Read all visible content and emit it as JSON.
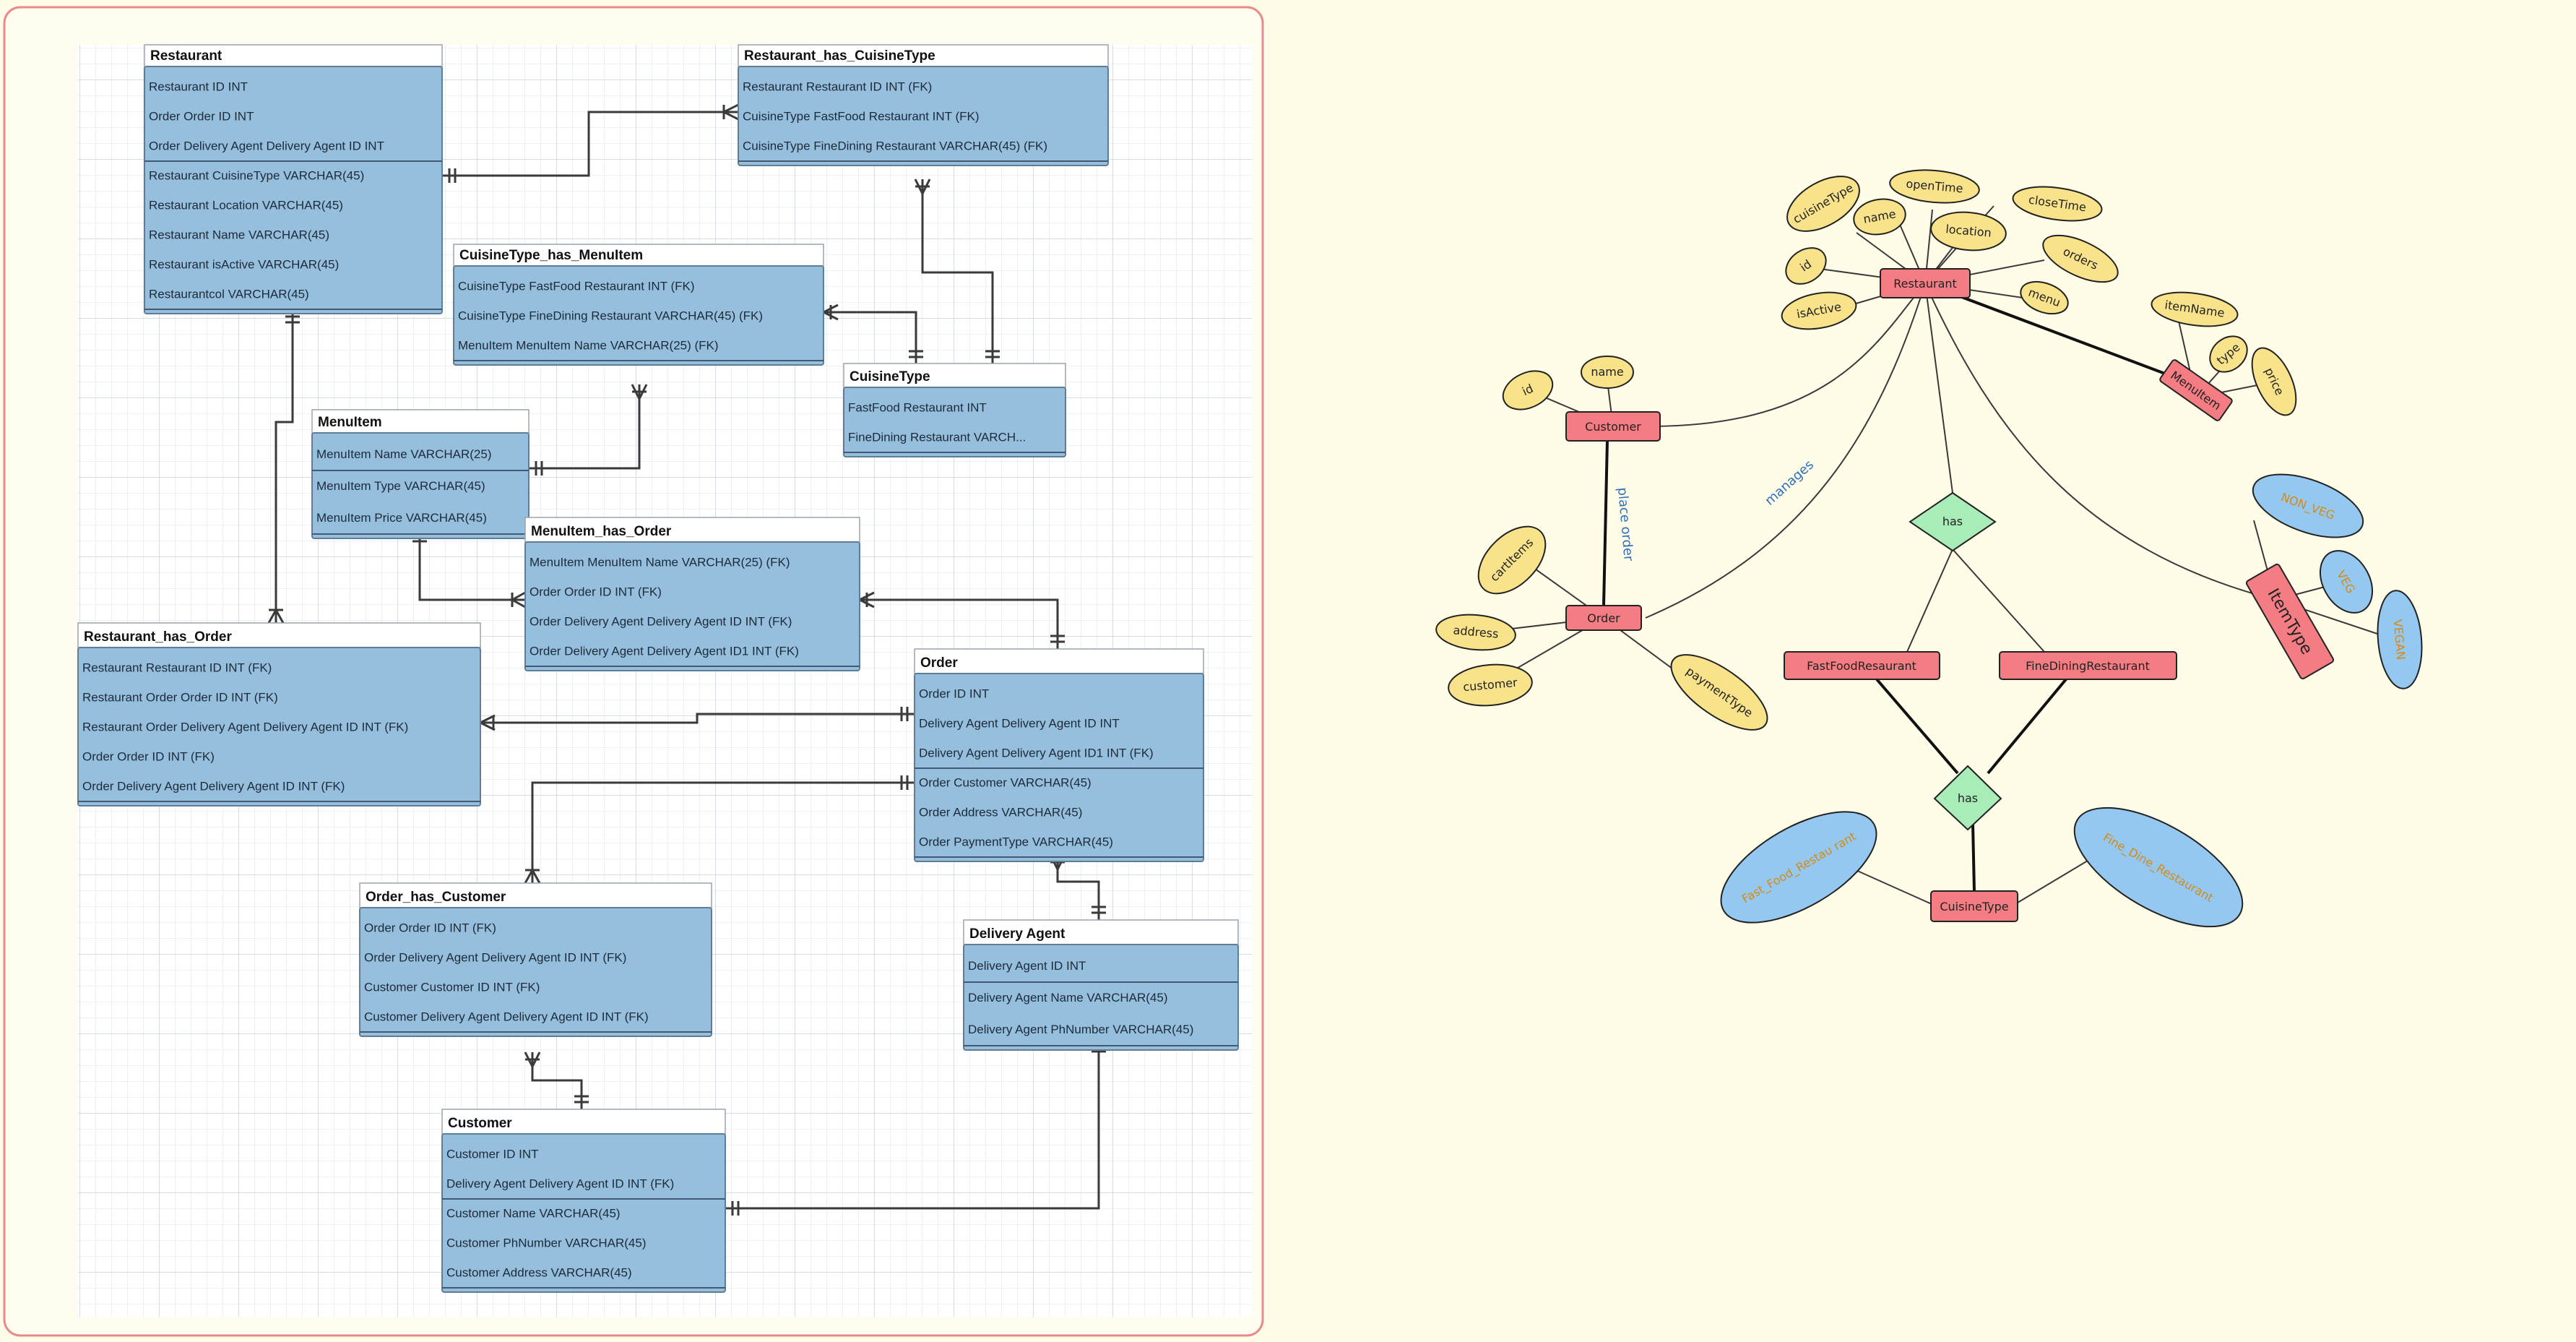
{
  "schema": {
    "tables": [
      {
        "title": "Restaurant",
        "rows": [
          "Restaurant  ID INT",
          "Order  Order  ID INT",
          "Order  Delivery Agent  Delivery Agent  ID INT",
          "Restaurant  CuisineType VARCHAR(45)",
          "Restaurant  Location VARCHAR(45)",
          "Restaurant  Name VARCHAR(45)",
          "Restaurant  isActive VARCHAR(45)",
          "Restaurantcol VARCHAR(45)"
        ]
      },
      {
        "title": "Restaurant_has_CuisineType",
        "rows": [
          "Restaurant  Restaurant  ID INT (FK)",
          "CuisineType  FastFood  Restaurant INT (FK)",
          "CuisineType  FineDining  Restaurant VARCHAR(45) (FK)"
        ]
      },
      {
        "title": "CuisineType_has_MenuItem",
        "rows": [
          "CuisineType  FastFood  Restaurant INT (FK)",
          "CuisineType  FineDining  Restaurant VARCHAR(45) (FK)",
          "MenuItem  MenuItem  Name VARCHAR(25) (FK)"
        ]
      },
      {
        "title": "CuisineType",
        "rows": [
          "FastFood  Restaurant INT",
          "FineDining  Restaurant VARCH..."
        ]
      },
      {
        "title": "MenuItem",
        "rows": [
          "MenuItem  Name VARCHAR(25)",
          "MenuItem  Type VARCHAR(45)",
          "MenuItem  Price VARCHAR(45)"
        ]
      },
      {
        "title": "MenuItem_has_Order",
        "rows": [
          "MenuItem  MenuItem  Name VARCHAR(25) (FK)",
          "Order  Order  ID INT (FK)",
          "Order  Delivery Agent  Delivery Agent  ID INT (FK)",
          "Order  Delivery Agent  Delivery Agent  ID1 INT (FK)"
        ]
      },
      {
        "title": "Restaurant_has_Order",
        "rows": [
          "Restaurant  Restaurant  ID INT (FK)",
          "Restaurant  Order  Order  ID INT (FK)",
          "Restaurant  Order  Delivery Agent  Delivery Agent  ID INT (FK)",
          "Order  Order  ID INT (FK)",
          "Order  Delivery Agent  Delivery Agent  ID INT (FK)"
        ]
      },
      {
        "title": "Order",
        "rows": [
          "Order  ID INT",
          "Delivery Agent  Delivery Agent  ID INT",
          "Delivery Agent  Delivery Agent  ID1 INT (FK)",
          "Order  Customer VARCHAR(45)",
          "Order  Address VARCHAR(45)",
          "Order  PaymentType VARCHAR(45)"
        ]
      },
      {
        "title": "Order_has_Customer",
        "rows": [
          "Order  Order  ID INT (FK)",
          "Order  Delivery Agent  Delivery Agent  ID INT (FK)",
          "Customer  Customer  ID INT (FK)",
          "Customer  Delivery Agent  Delivery Agent  ID INT (FK)"
        ]
      },
      {
        "title": "Delivery Agent",
        "rows": [
          "Delivery Agent  ID INT",
          "Delivery Agent  Name VARCHAR(45)",
          "Delivery Agent  PhNumber VARCHAR(45)"
        ]
      },
      {
        "title": "Customer",
        "rows": [
          "Customer  ID INT",
          "Delivery Agent  Delivery Agent  ID INT (FK)",
          "Customer  Name VARCHAR(45)",
          "Customer  PhNumber VARCHAR(45)",
          "Customer  Address VARCHAR(45)"
        ]
      }
    ]
  },
  "er": {
    "entities": {
      "restaurant": "Restaurant",
      "customer": "Customer",
      "order": "Order",
      "menuitem": "MenuItem",
      "itemtype": "ItemType",
      "fastfood": "FastFoodResaurant",
      "finedining": "FineDiningRestaurant",
      "cuisinetype": "CuisineType"
    },
    "relationships": {
      "has1": "has",
      "has2": "has"
    },
    "attributes": {
      "cuisineType": "cuisineType",
      "name_r": "name",
      "openTime": "openTime",
      "closeTime": "closeTime",
      "location": "location",
      "id_r": "id",
      "orders": "orders",
      "isActive": "isActive",
      "menu": "menu",
      "itemName": "itemName",
      "type": "type",
      "price": "price",
      "id_c": "id",
      "name_c": "name",
      "cartItems": "cartItems",
      "address": "address",
      "customer_o": "customer",
      "paymentType": "paymentType",
      "nonveg": "NON_VEG",
      "veg": "VEG",
      "vegan": "VEGAN",
      "fastfood_attr": "Fast_Food_Restau rant",
      "finedine_attr": "Fine_Dine_Restaurant"
    },
    "labels": {
      "place_order": "place order",
      "manages": "manages"
    },
    "colors": {
      "entity": "#f47d84",
      "attribute": "#f8e38a",
      "relationship": "#a8ecb8",
      "special": "#94c8f1"
    }
  }
}
